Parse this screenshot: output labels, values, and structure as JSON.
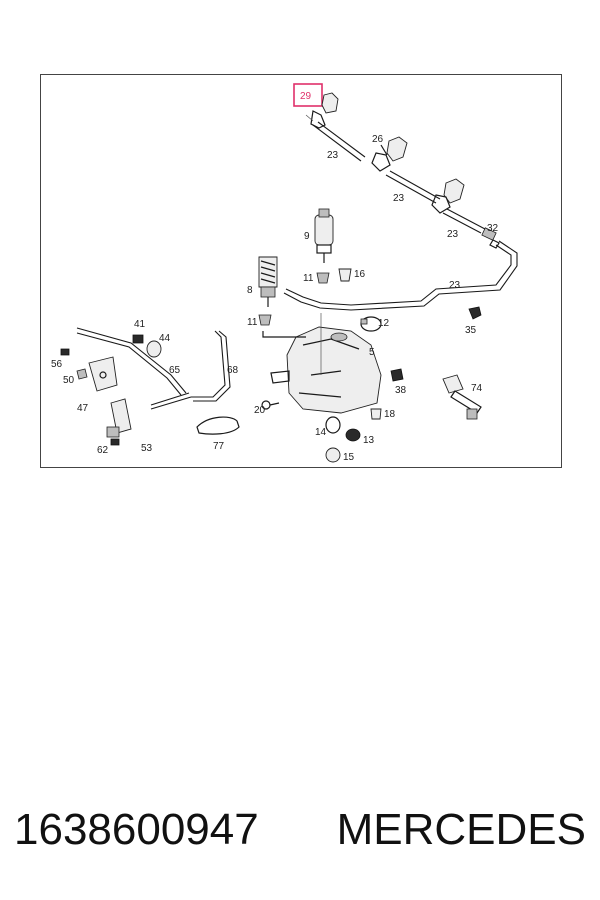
{
  "diagram": {
    "highlight_color": "#e0306a",
    "highlighted_label": "29",
    "callouts": {
      "c29": "29",
      "c26": "26",
      "c23a": "23",
      "c23b": "23",
      "c23c": "23",
      "c23d": "23",
      "c32": "32",
      "c9": "9",
      "c11a": "11",
      "c16": "16",
      "c8": "8",
      "c11b": "11",
      "c12": "12",
      "c35": "35",
      "c41": "41",
      "c44": "44",
      "c56": "56",
      "c50": "50",
      "c65": "65",
      "c68": "68",
      "c5": "5",
      "c38": "38",
      "c74": "74",
      "c47": "47",
      "c20": "20",
      "c18": "18",
      "c14": "14",
      "c13": "13",
      "c15": "15",
      "c62": "62",
      "c53": "53",
      "c77": "77"
    }
  },
  "caption": {
    "part_number": "1638600947",
    "brand": "MERCEDES"
  }
}
